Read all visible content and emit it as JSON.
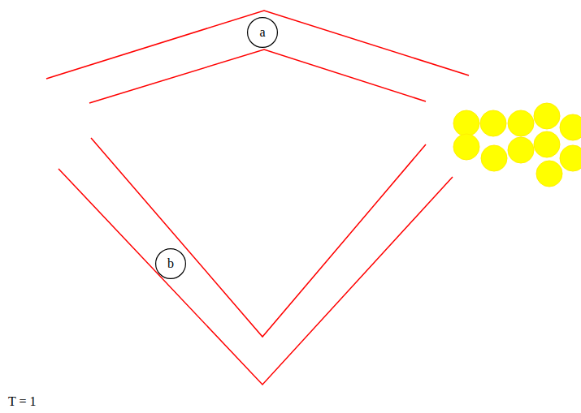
{
  "diagram": {
    "nodes": [
      {
        "text": [
          "a"
        ]
      },
      {
        "text": [
          "b"
        ]
      }
    ],
    "labels": [
      "T = 1"
    ]
  }
}
